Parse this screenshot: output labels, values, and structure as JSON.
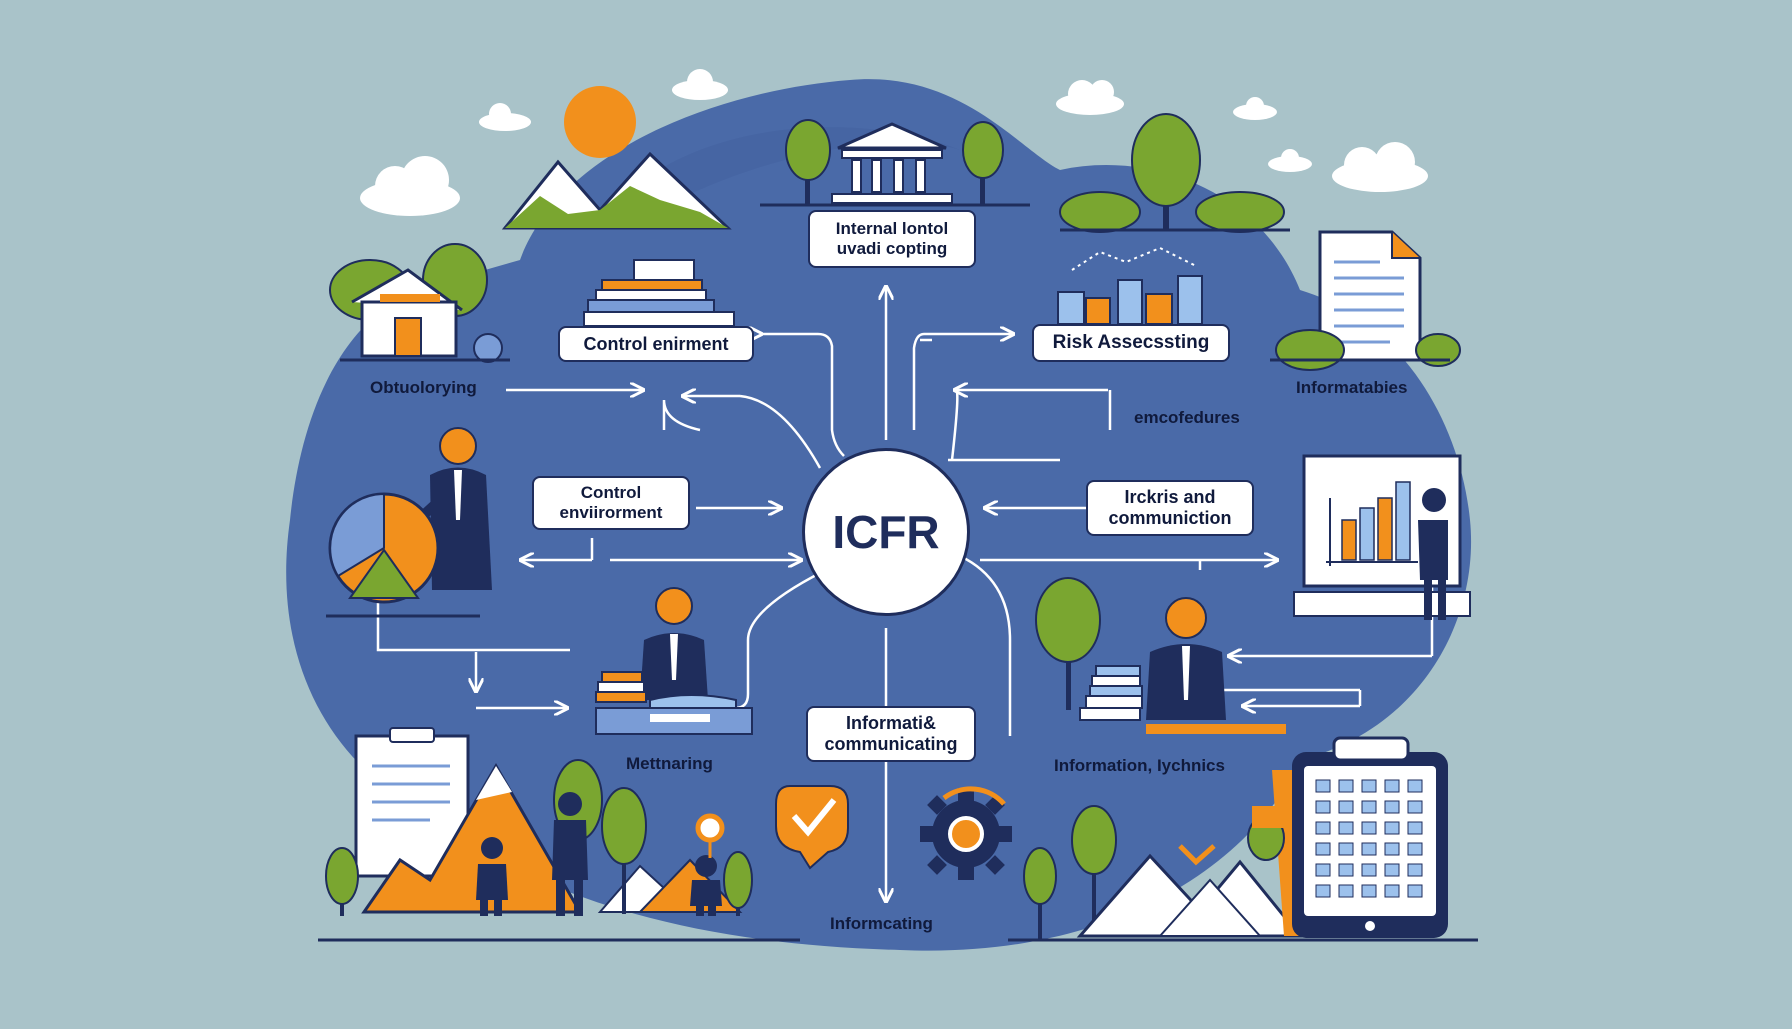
{
  "center": {
    "label": "ICFR"
  },
  "boxes": {
    "top": {
      "line1": "Internal lontol",
      "line2": "uvadi copting"
    },
    "left_upper": "Control enirment",
    "left_middle": {
      "line1": "Control",
      "line2": "enviirorment"
    },
    "right_upper": "Risk Assecssting",
    "right_middle": {
      "line1": "Irckris and",
      "line2": "communiction"
    },
    "bottom": {
      "line1": "Informati&",
      "line2": "communicating"
    }
  },
  "captions": {
    "far_left": "Obtuolorying",
    "far_right": "Informatabies",
    "right_sub": "emcofedures",
    "lower_left": "Mettnaring",
    "lower_right": "Information, Iychnics",
    "bottom": "Informcating"
  },
  "colors": {
    "background": "#a9c3c9",
    "cloud": "#4a6aa8",
    "navy": "#1f2d5c",
    "orange": "#f2901c",
    "green": "#7aa630",
    "arrow": "#ffffff"
  },
  "icons": [
    "bank-building-icon",
    "house-icon",
    "document-icon",
    "bar-chart-icon",
    "pie-chart-icon",
    "presentation-board-icon",
    "clipboard-icon",
    "tablet-calculator-icon",
    "checkmark-badge-icon",
    "gear-icon",
    "sun-icon",
    "person-icon",
    "tree-icon",
    "mountain-icon",
    "cloud-icon",
    "book-stack-icon",
    "chevron-down-icon",
    "location-pin-icon"
  ]
}
